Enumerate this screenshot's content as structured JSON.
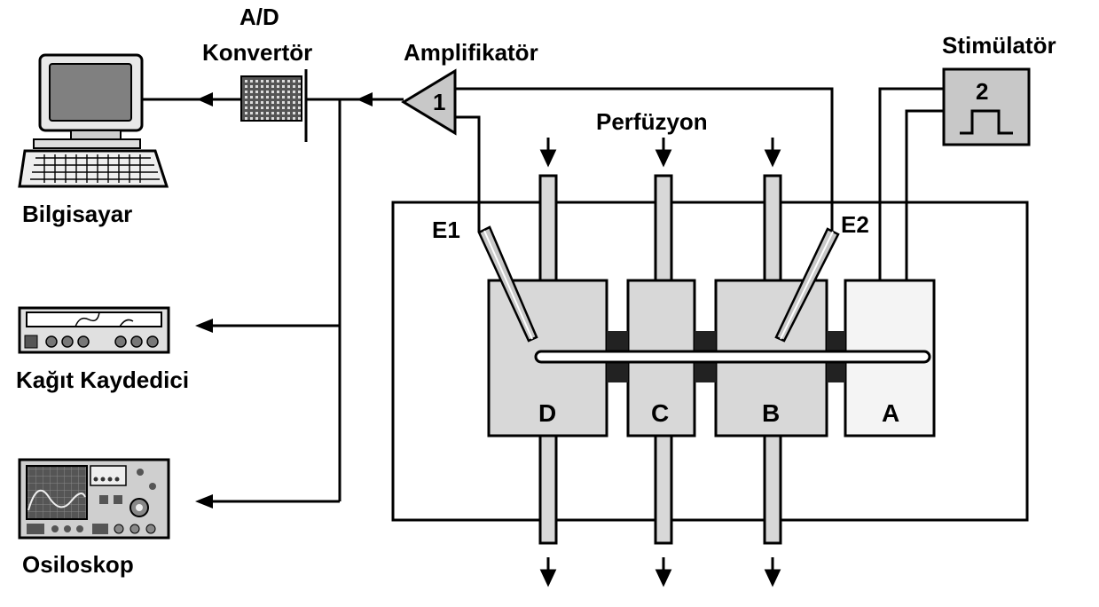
{
  "labels": {
    "ad_line1": "A/D",
    "ad_line2": "Konvertör",
    "amplifier": "Amplifikatör",
    "amp_number": "1",
    "stimulator": "Stimülatör",
    "stim_number": "2",
    "perfusion": "Perfüzyon",
    "computer": "Bilgisayar",
    "recorder": "Kağıt Kaydedici",
    "oscilloscope": "Osiloskop",
    "electrode1": "E1",
    "electrode2": "E2",
    "chamber_d": "D",
    "chamber_c": "C",
    "chamber_b": "B",
    "chamber_a": "A"
  },
  "colors": {
    "chamber_fill": "#d8d8d8",
    "chamber_a_fill": "#f4f4f4",
    "seal": "#222222",
    "device_gray": "#c8c8c8",
    "screen": "#808080"
  }
}
